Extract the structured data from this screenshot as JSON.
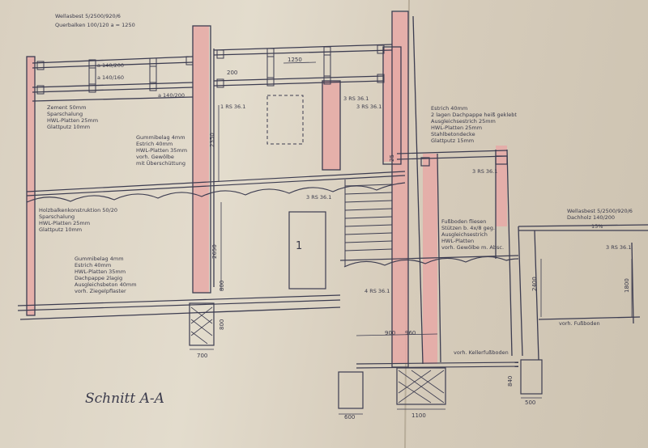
{
  "drawing": {
    "title": "Schnitt A-A",
    "room_number": "1"
  },
  "labels": {
    "roof_top": "Wellasbest 5/2500/920/6",
    "roof_beam": "Querbalken 100/120  a = 1250",
    "beam_1": "a 140/200",
    "beam_2": "a 140/160",
    "beam_3": "a 140/200",
    "floor_top_1": "Zement 50mm",
    "floor_top_2": "Sparschalung",
    "floor_top_3": "HWL-Platten 25mm",
    "floor_top_4": "Glattputz 10mm",
    "rubber_1": "Gummibelag 4mm",
    "rubber_2": "Estrich 40mm",
    "rubber_3": "HWL-Platten 35mm",
    "rubber_4": "vorh. Gewölbe",
    "rubber_5": "mit Überschüttung",
    "wood_1": "Holzbalkenkonstruktion 50/20",
    "wood_2": "Sparschalung",
    "wood_3": "HWL-Platten 25mm",
    "wood_4": "Glattputz 10mm",
    "ground_1": "Gummibelag 4mm",
    "ground_2": "Estrich 40mm",
    "ground_3": "HWL-Platten 35mm",
    "ground_4": "Dachpappe 2lagig",
    "ground_5": "Ausgleichsbeton 40mm",
    "ground_6": "vorh. Ziegelpflaster",
    "right_top_1": "Estrich 40mm",
    "right_top_2": "2 lagen Dachpappe heiß geklebt",
    "right_top_3": "Ausgleichsestrich 25mm",
    "right_top_4": "HWL-Platten 25mm",
    "right_top_5": "Stahlbetondecke",
    "right_top_6": "Glattputz 15mm",
    "right_mid_1": "Fußboden fliesen",
    "right_mid_2": "Stützen b. 4x/8 geg.",
    "right_mid_3": "Ausgleichsestrich",
    "right_mid_4": "HWL-Platten",
    "right_mid_5": "vorh. Gewölbe m. Absc.",
    "roof_right_1": "Wellasbest 5/2500/920/6",
    "roof_right_2": "Dachholz 140/200",
    "slope": "15%",
    "existing_floor": "vorh. Fußboden",
    "cellar_floor": "vorh. Kellerfußboden",
    "rs1": "1 RS 36.1",
    "rs2": "3 RS 36.1",
    "rs3": "3 RS 36.1",
    "rs4": "3 RS 36.1",
    "rs5": "4 RS 36.1",
    "rs6": "3 RS 36.1",
    "rs7": "3 RS 36.1"
  },
  "dimensions": {
    "d1250": "1250",
    "d200": "200",
    "d2350": "2350",
    "d2650": "2650",
    "d800a": "800",
    "d700": "700",
    "d800b": "800",
    "d900": "900",
    "d960": "960",
    "d1100": "1100",
    "d600": "600",
    "d2400": "2400",
    "d500": "500",
    "d840": "840",
    "d1800": "1800",
    "d25": "25"
  },
  "accent_colors": {
    "wall_red": "#e6a9a6",
    "ink": "#3c3c50",
    "paper": "#ddd4c4"
  }
}
